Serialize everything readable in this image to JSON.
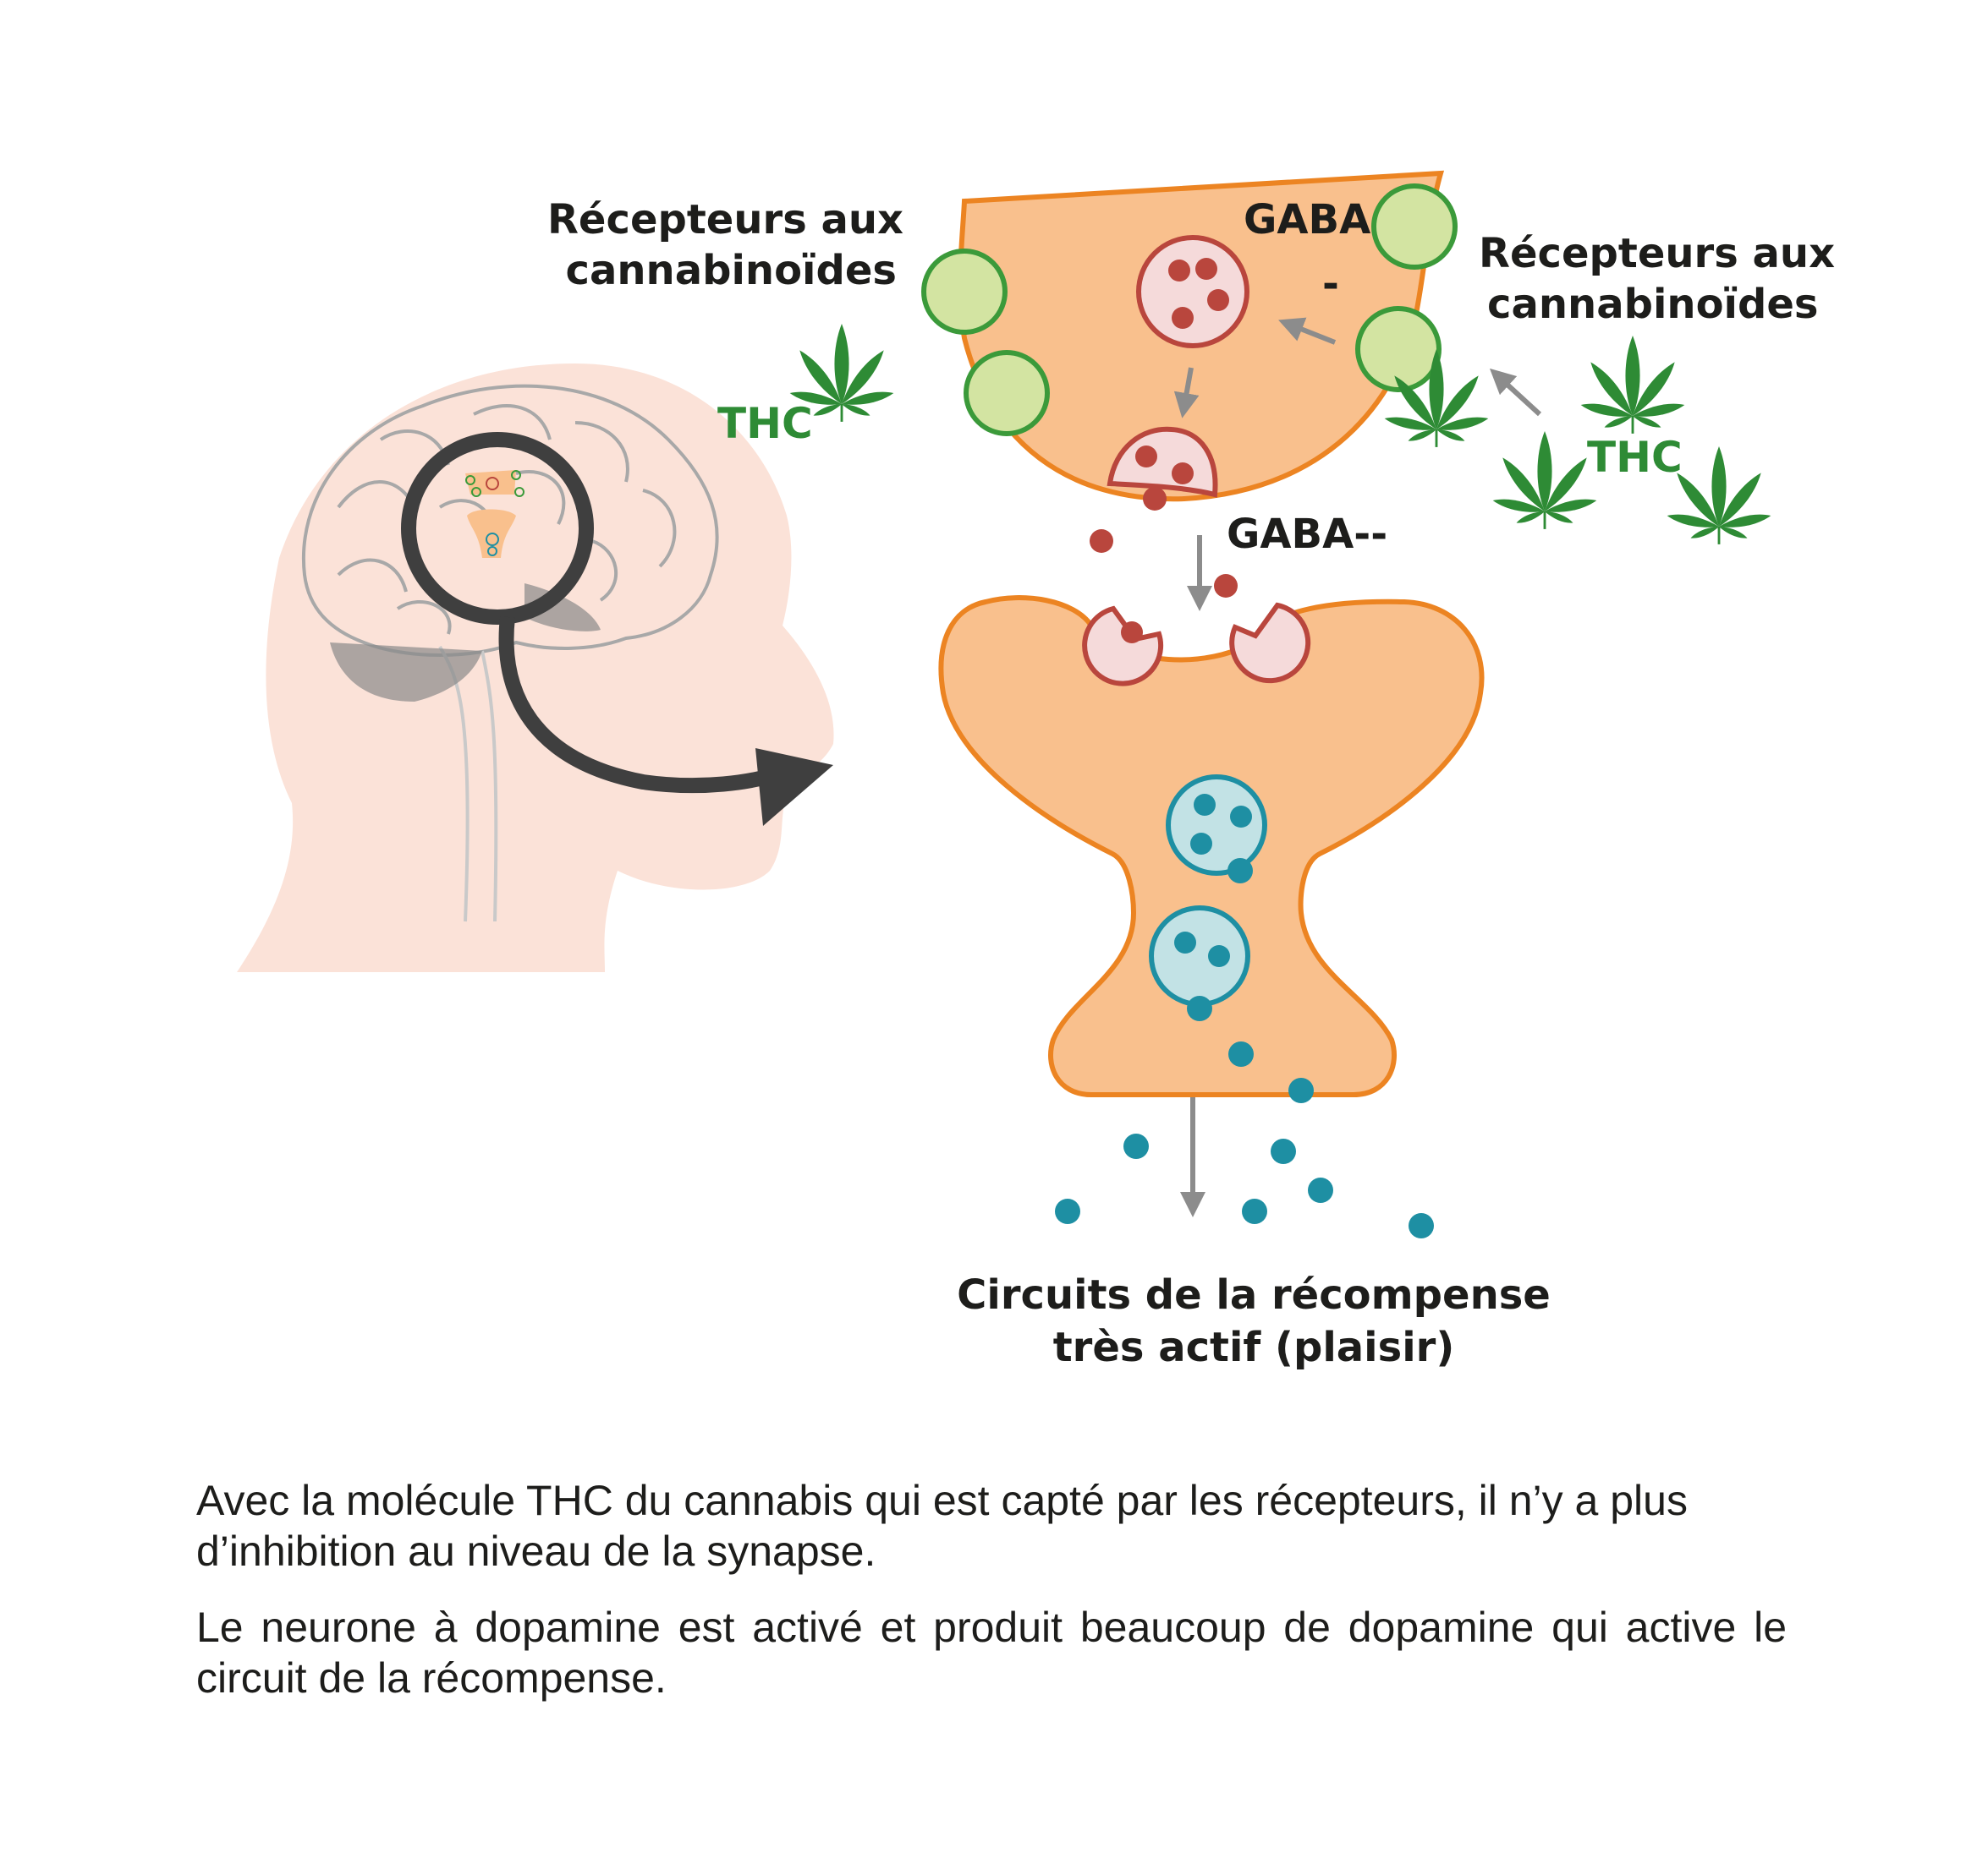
{
  "labels": {
    "receptors_left": [
      "Récepteurs aux",
      "cannabinoïdes"
    ],
    "receptors_right": [
      "Récepteurs aux",
      "cannabinoïdes"
    ],
    "gaba_top": "GABA",
    "gaba_minus": "-",
    "gaba_cleft": "GABA--",
    "thc_left": "THC",
    "thc_right": "THC",
    "reward": [
      "Circuits de la récompense",
      "très actif (plaisir)"
    ]
  },
  "caption": {
    "paragraph1": "Avec la molécule THC du cannabis qui est capté par les récepteurs,  il n’y a plus d’inhibition au niveau de la synapse.",
    "paragraph2": "Le neurone à dopamine est activé et produit beaucoup de dopamine qui active le circuit de la récompense."
  },
  "colors": {
    "neuron_fill": "#f9c08d",
    "neuron_stroke": "#ec8422",
    "receptor_fill": "#d3e4a2",
    "receptor_stroke": "#3b9a3a",
    "gaba": "#b9463d",
    "gaba_vesicle": "#f5dada",
    "dopamine": "#1e8fa3",
    "dopamine_vesicle": "#c2e2e5",
    "leaf": "#2e8b35",
    "arrow": "#8c8c8c",
    "head": "#fbe2d8",
    "brain_line": "#a8a8a8",
    "magnifier": "#3f3f3f"
  },
  "icons": [
    "head-silhouette",
    "brain-icon",
    "magnifier-icon",
    "cannabis-leaf-icon",
    "receptor-icon",
    "vesicle-icon"
  ]
}
